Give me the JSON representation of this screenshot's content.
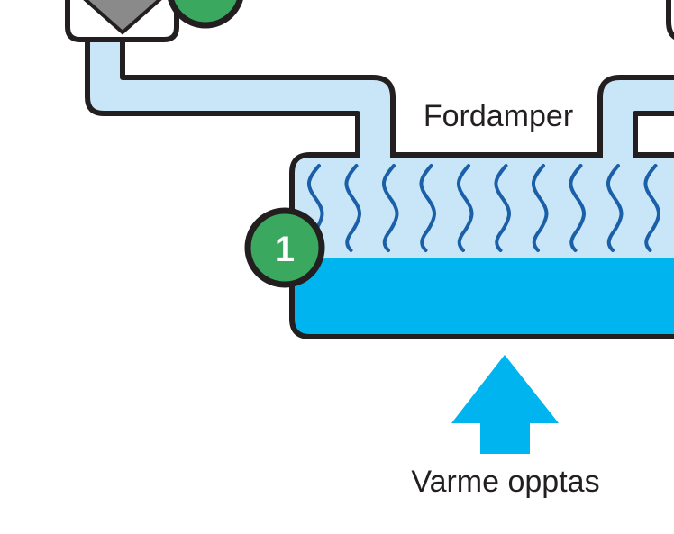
{
  "labels": {
    "evaporator": "Fordamper",
    "heat_absorbed": "Varme opptas"
  },
  "badges": {
    "step_one": "1"
  },
  "colors": {
    "pipe_fill": "#c8e6f7",
    "outline": "#231f20",
    "liquid": "#00b5ef",
    "vapor_wave": "#1a5fa8",
    "arrow": "#00b5ef",
    "badge_green": "#3aa85e",
    "valve_gray": "#8a8a8a",
    "background": "#ffffff"
  },
  "icons": {
    "expansion_valve": "valve-icon",
    "heat_arrow": "up-arrow-icon"
  }
}
